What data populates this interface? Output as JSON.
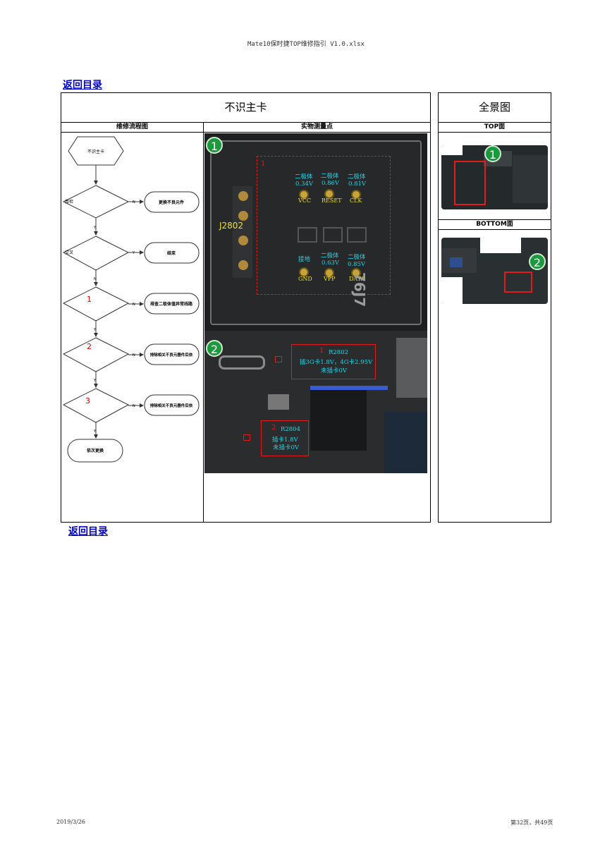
{
  "doc_title": "Mate10保时捷TOP维修指引 V1.0.xlsx",
  "toc_link": "返回目录",
  "left_section": {
    "title": "不识主卡",
    "flow_header": "维修流程图",
    "measure_header": "实物测量点"
  },
  "right_section": {
    "title": "全景图",
    "top_header": "TOP面",
    "bottom_header": "BOTTOM面"
  },
  "flow": {
    "start": "不识主卡",
    "d1": "目检",
    "r1": "更换不良元件",
    "d2": "交叉",
    "r2": "结束",
    "d3_num": "1",
    "r3": "排查二极体值异常线路",
    "d4_num": "2",
    "r4": "排除相关不良元器件后依",
    "d5_num": "3",
    "r5": "排除相关不良元器件后依",
    "end": "依次更换",
    "yes": "Y",
    "no": "N"
  },
  "photo1": {
    "marker": "1",
    "box_num": "1",
    "connector": "J2802",
    "pins": [
      {
        "type": "二极体",
        "value": "0.34V",
        "name": "VCC"
      },
      {
        "type": "二极体",
        "value": "0.86V",
        "name": "RESET"
      },
      {
        "type": "二极体",
        "value": "0.81V",
        "name": "CLK"
      },
      {
        "type": "接地",
        "value": "",
        "name": "GND"
      },
      {
        "type": "二极体",
        "value": "0.63V",
        "name": "VPP"
      },
      {
        "type": "二极体",
        "value": "0.85V",
        "name": "DATA"
      }
    ],
    "silk": "76J7"
  },
  "photo2": {
    "marker": "2",
    "box1_num": "1",
    "box1_ref": "R2802",
    "box1_line1": "插3G卡1.8V，4G卡2.95V",
    "box1_line2": "未插卡0V",
    "box2_num": "2",
    "box2_ref": "R2804",
    "box2_line1": "插卡1.8V",
    "box2_line2": "未插卡0V"
  },
  "top_marker": "1",
  "bottom_marker": "2",
  "footer": {
    "date": "2019/3/26",
    "page": "第32页，共49页"
  }
}
